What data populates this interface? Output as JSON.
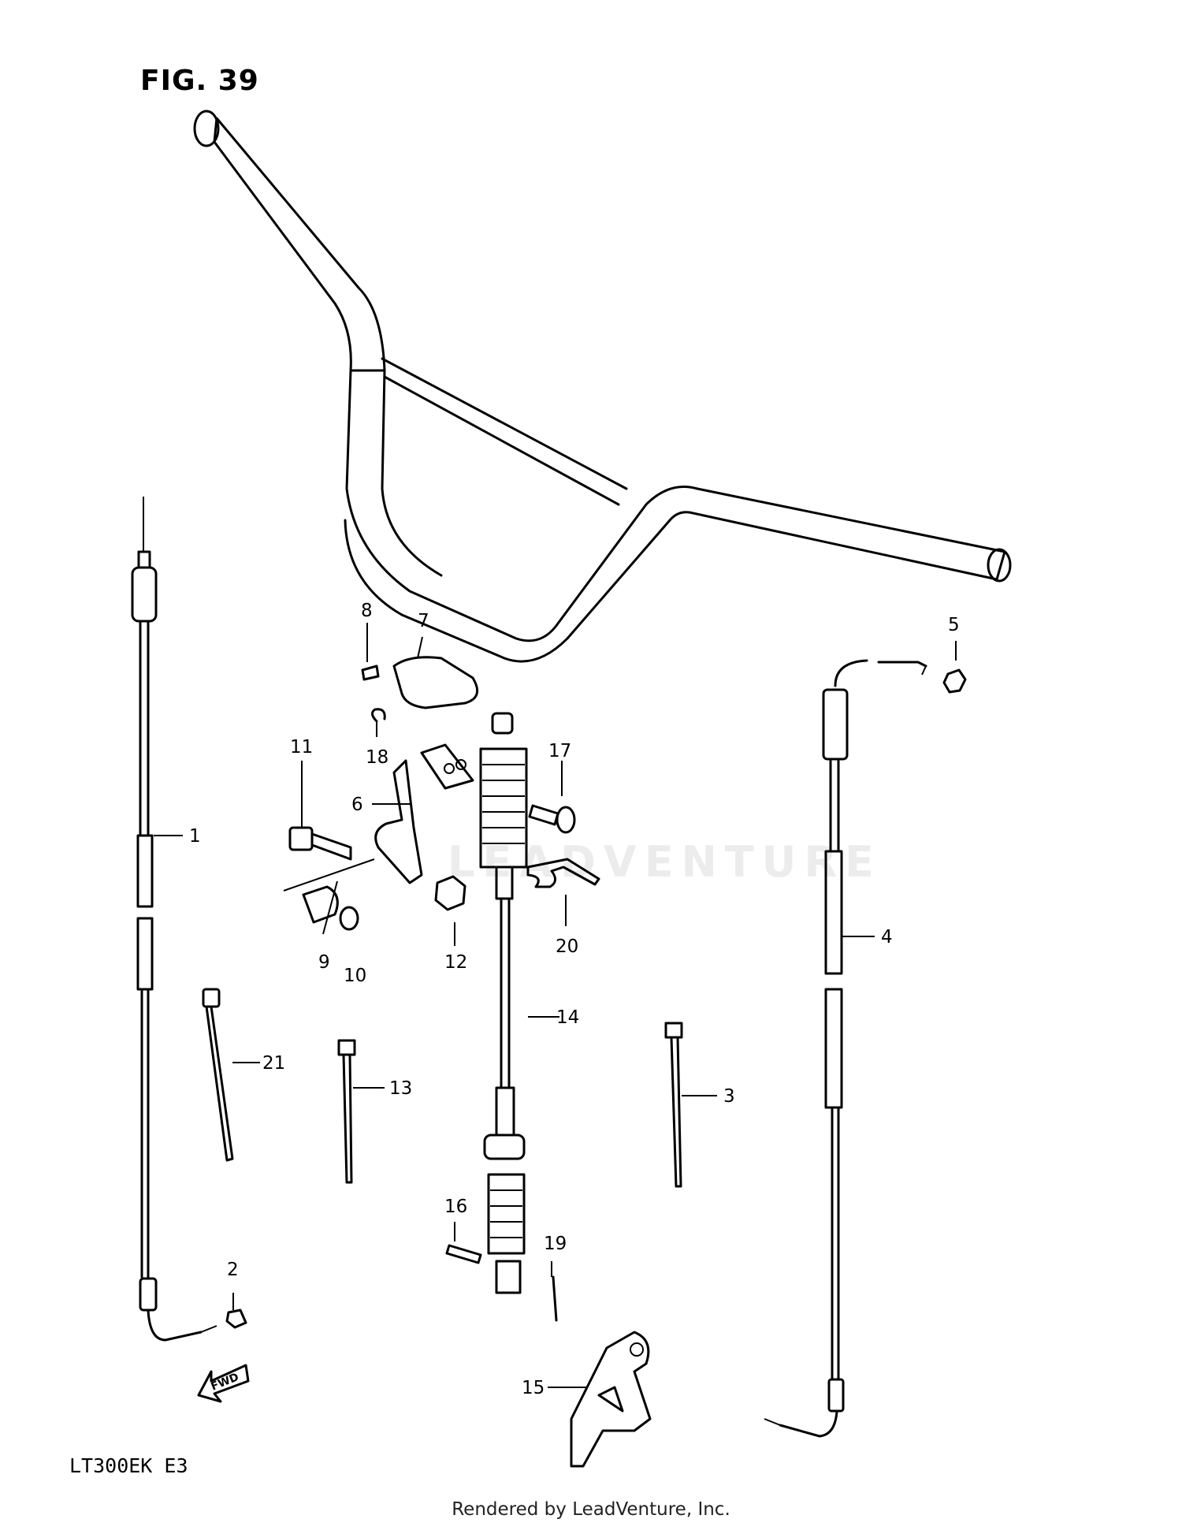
{
  "figure_title": "FIG. 39",
  "model_code": "LT300EK  E3",
  "footer_text": "Rendered by LeadVenture, Inc.",
  "watermark_text": "LEADVENTURE",
  "fwd_label": "FWD",
  "callouts": {
    "c1": "1",
    "c2": "2",
    "c3": "3",
    "c4": "4",
    "c5": "5",
    "c6": "6",
    "c7": "7",
    "c8": "8",
    "c9": "9",
    "c10": "10",
    "c11": "11",
    "c12": "12",
    "c13": "13",
    "c14": "14",
    "c15": "15",
    "c16": "16",
    "c17": "17",
    "c18": "18",
    "c19": "19",
    "c20": "20",
    "c21": "21"
  }
}
